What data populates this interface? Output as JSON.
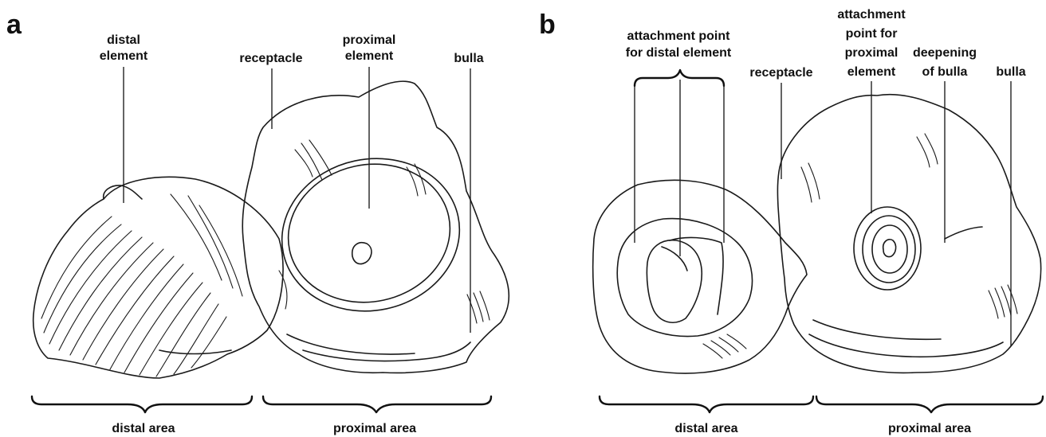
{
  "panel_a": {
    "letter": "a",
    "labels": {
      "distal_element_1": "distal",
      "distal_element_2": "element",
      "receptacle": "receptacle",
      "proximal_element_1": "proximal",
      "proximal_element_2": "element",
      "bulla": "bulla",
      "distal_area": "distal area",
      "proximal_area": "proximal area"
    }
  },
  "panel_b": {
    "letter": "b",
    "labels": {
      "attach_distal_1": "attachment point",
      "attach_distal_2": "for distal element",
      "receptacle": "receptacle",
      "attach_proximal_1": "attachment",
      "attach_proximal_2": "point for",
      "attach_proximal_3": "proximal",
      "attach_proximal_4": "element",
      "deepening_1": "deepening",
      "deepening_2": "of bulla",
      "bulla": "bulla",
      "distal_area": "distal area",
      "proximal_area": "proximal area"
    }
  }
}
